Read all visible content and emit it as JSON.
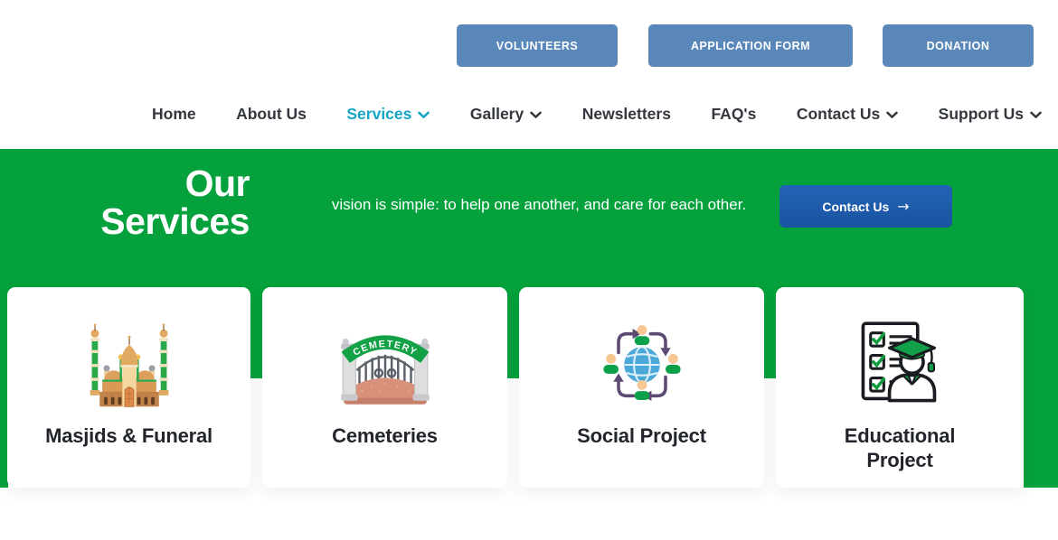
{
  "colors": {
    "brand_green": "#04a13c",
    "action_button_blue": "#5a87b9",
    "cta_button_blue": "#1d5dad",
    "nav_active_teal": "#14a5c6",
    "nav_text": "#34383e",
    "card_title_text": "#22262c"
  },
  "header": {
    "action_buttons": [
      {
        "label": "VOLUNTEERS"
      },
      {
        "label": "APPLICATION FORM"
      },
      {
        "label": "DONATION"
      }
    ],
    "nav_items": [
      {
        "label": "Home"
      },
      {
        "label": "About Us"
      },
      {
        "label": "Services",
        "dropdown": true,
        "active": true
      },
      {
        "label": "Gallery",
        "dropdown": true
      },
      {
        "label": "Newsletters"
      },
      {
        "label": "FAQ's"
      },
      {
        "label": "Contact Us",
        "dropdown": true
      },
      {
        "label": "Support Us",
        "dropdown": true
      }
    ]
  },
  "hero": {
    "title": "Our\nServices",
    "tagline": "vision is simple: to help one another, and care for each other.",
    "cta": {
      "label": "Contact Us",
      "arrow": "→"
    }
  },
  "services": {
    "cards": [
      {
        "title": "Masjids & Funeral",
        "icon": "mosque-icon"
      },
      {
        "title": "Cemeteries",
        "icon": "cemetery-gate-icon",
        "banner_text": "CEMETERY"
      },
      {
        "title": "Social Project",
        "icon": "social-network-icon"
      },
      {
        "title": "Educational\nProject",
        "icon": "graduate-checklist-icon"
      }
    ]
  }
}
